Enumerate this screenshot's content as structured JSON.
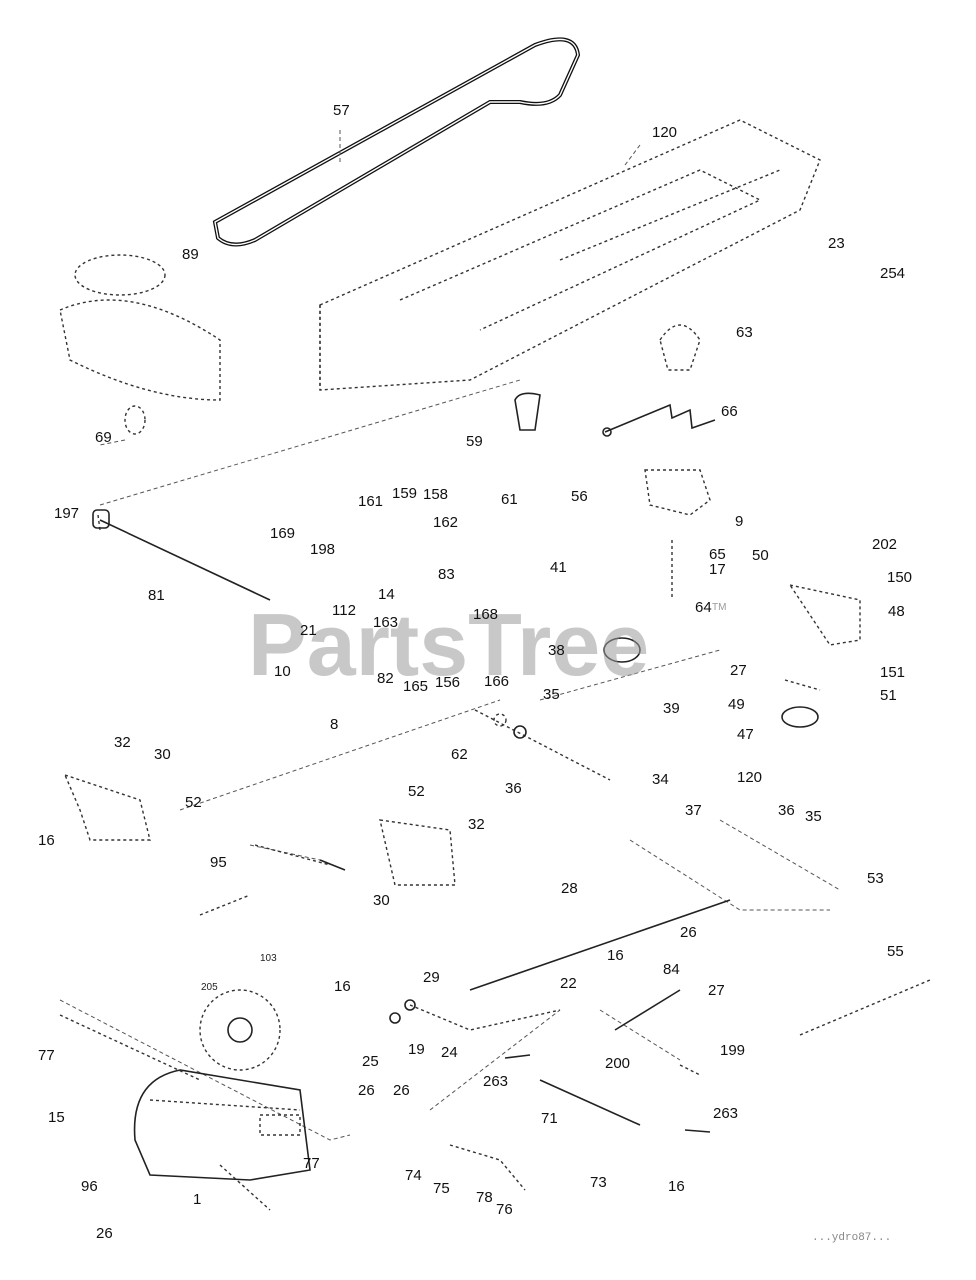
{
  "watermark": {
    "text": "PartsTree",
    "tm": "TM"
  },
  "footer": {
    "code": "...ydro87..."
  },
  "callouts": [
    "57",
    "120",
    "89",
    "23",
    "254",
    "63",
    "66",
    "69",
    "59",
    "197",
    "161",
    "159",
    "158",
    "61",
    "56",
    "9",
    "162",
    "169",
    "198",
    "65",
    "17",
    "50",
    "202",
    "150",
    "41",
    "83",
    "81",
    "112",
    "14",
    "168",
    "64",
    "48",
    "21",
    "163",
    "38",
    "27",
    "10",
    "165",
    "156",
    "166",
    "82",
    "151",
    "51",
    "39",
    "35",
    "49",
    "8",
    "62",
    "47",
    "32",
    "30",
    "120",
    "34",
    "36",
    "52",
    "37",
    "36",
    "35",
    "52",
    "16",
    "32",
    "95",
    "53",
    "30",
    "28",
    "26",
    "55",
    "29",
    "16",
    "84",
    "205",
    "103",
    "16",
    "22",
    "27",
    "77",
    "19",
    "24",
    "199",
    "25",
    "26",
    "26",
    "263",
    "200",
    "15",
    "71",
    "263",
    "77",
    "74",
    "96",
    "75",
    "73",
    "16",
    "78",
    "1",
    "76",
    "26"
  ]
}
